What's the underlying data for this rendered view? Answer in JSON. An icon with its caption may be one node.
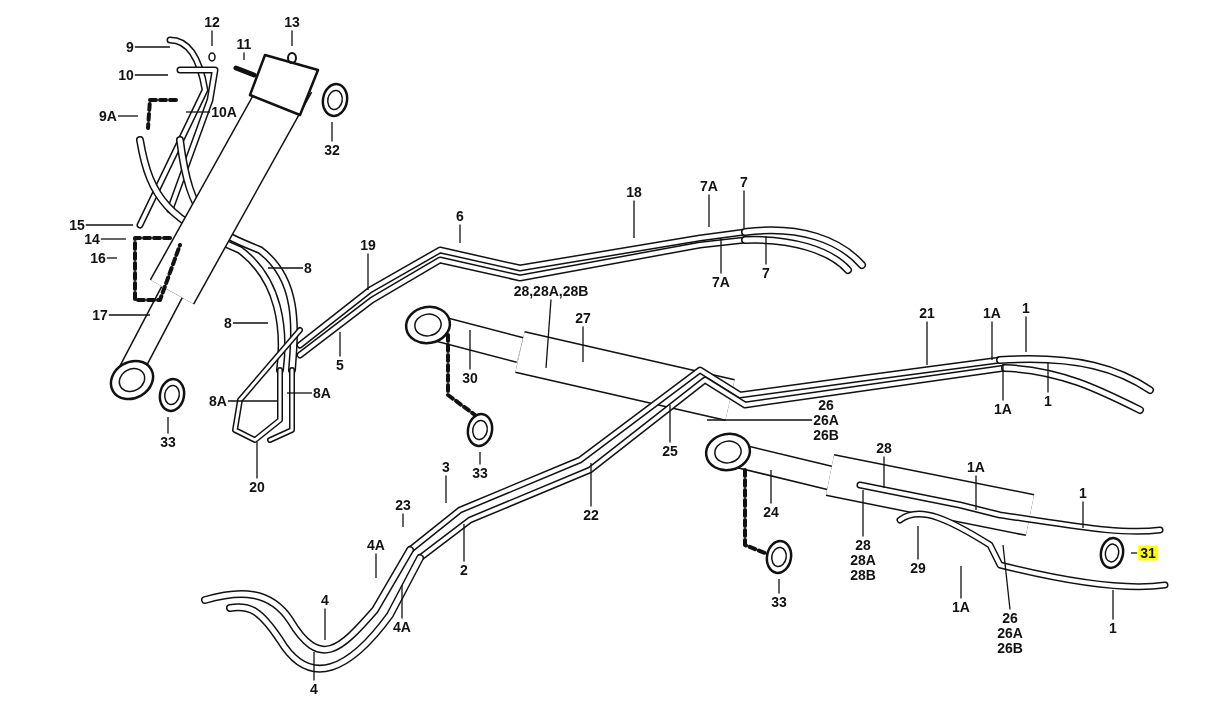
{
  "diagram": {
    "nodes": [
      {
        "text": [
          "12"
        ]
      },
      {
        "text": [
          "11"
        ]
      },
      {
        "text": [
          "13"
        ]
      },
      {
        "text": [
          "9"
        ]
      },
      {
        "text": [
          "10"
        ]
      },
      {
        "text": [
          "9A"
        ]
      },
      {
        "text": [
          "10A"
        ]
      },
      {
        "text": [
          "32"
        ]
      },
      {
        "text": [
          "15"
        ]
      },
      {
        "text": [
          "14"
        ]
      },
      {
        "text": [
          "16"
        ]
      },
      {
        "text": [
          "8"
        ]
      },
      {
        "text": [
          "17"
        ]
      },
      {
        "text": [
          "8"
        ]
      },
      {
        "text": [
          "5"
        ]
      },
      {
        "text": [
          "6"
        ]
      },
      {
        "text": [
          "19"
        ]
      },
      {
        "text": [
          "8A"
        ]
      },
      {
        "text": [
          "8A"
        ]
      },
      {
        "text": [
          "20"
        ]
      },
      {
        "text": [
          "33"
        ]
      },
      {
        "text": [
          "30"
        ]
      },
      {
        "text": [
          "33"
        ]
      },
      {
        "text": [
          "18"
        ]
      },
      {
        "text": [
          "7A"
        ]
      },
      {
        "text": [
          "7"
        ]
      },
      {
        "text": [
          "7A"
        ]
      },
      {
        "text": [
          "7"
        ]
      },
      {
        "text": [
          "28,28A,28B"
        ]
      },
      {
        "text": [
          "27"
        ]
      },
      {
        "text": [
          "21"
        ]
      },
      {
        "text": [
          "1A"
        ]
      },
      {
        "text": [
          "1"
        ]
      },
      {
        "text": [
          "1A"
        ]
      },
      {
        "text": [
          "1"
        ]
      },
      {
        "text": [
          "26",
          "26A",
          "26B"
        ]
      },
      {
        "text": [
          "25"
        ]
      },
      {
        "text": [
          "3"
        ]
      },
      {
        "text": [
          "23"
        ]
      },
      {
        "text": [
          "22"
        ]
      },
      {
        "text": [
          "28"
        ]
      },
      {
        "text": [
          "24"
        ]
      },
      {
        "text": [
          "1A"
        ]
      },
      {
        "text": [
          "1"
        ]
      },
      {
        "text": [
          "4A"
        ]
      },
      {
        "text": [
          "2"
        ]
      },
      {
        "text": [
          "4A"
        ]
      },
      {
        "text": [
          "4"
        ]
      },
      {
        "text": [
          "4"
        ]
      },
      {
        "text": [
          "33"
        ]
      },
      {
        "text": [
          "28",
          "28A",
          "28B"
        ]
      },
      {
        "text": [
          "29"
        ]
      },
      {
        "text": [
          "31"
        ]
      },
      {
        "text": [
          "26",
          "26A",
          "26B"
        ]
      },
      {
        "text": [
          "1A"
        ]
      },
      {
        "text": [
          "1"
        ]
      }
    ],
    "edges": [
      {
        "from": 0,
        "to": null,
        "arrow": "none"
      },
      {
        "from": 1,
        "to": null,
        "arrow": "none"
      },
      {
        "from": 2,
        "to": null,
        "arrow": "none"
      },
      {
        "from": 3,
        "to": null,
        "arrow": "none"
      },
      {
        "from": 4,
        "to": null,
        "arrow": "none"
      },
      {
        "from": 5,
        "to": null,
        "arrow": "none"
      },
      {
        "from": 6,
        "to": null,
        "arrow": "none"
      },
      {
        "from": 7,
        "to": null,
        "arrow": "none"
      },
      {
        "from": 8,
        "to": null,
        "arrow": "none"
      },
      {
        "from": 9,
        "to": null,
        "arrow": "none"
      },
      {
        "from": 10,
        "to": null,
        "arrow": "none"
      },
      {
        "from": 11,
        "to": null,
        "arrow": "none"
      },
      {
        "from": 12,
        "to": null,
        "arrow": "none"
      },
      {
        "from": 13,
        "to": null,
        "arrow": "none"
      },
      {
        "from": 14,
        "to": null,
        "arrow": "none"
      },
      {
        "from": 15,
        "to": null,
        "arrow": "none"
      },
      {
        "from": 16,
        "to": null,
        "arrow": "none"
      },
      {
        "from": 17,
        "to": null,
        "arrow": "none"
      },
      {
        "from": 18,
        "to": null,
        "arrow": "none"
      },
      {
        "from": 19,
        "to": null,
        "arrow": "none"
      },
      {
        "from": 20,
        "to": null,
        "arrow": "none"
      },
      {
        "from": 21,
        "to": null,
        "arrow": "none"
      },
      {
        "from": 22,
        "to": null,
        "arrow": "none"
      },
      {
        "from": 23,
        "to": null,
        "arrow": "none"
      },
      {
        "from": 24,
        "to": null,
        "arrow": "none"
      },
      {
        "from": 25,
        "to": null,
        "arrow": "none"
      },
      {
        "from": 26,
        "to": null,
        "arrow": "none"
      },
      {
        "from": 27,
        "to": null,
        "arrow": "none"
      },
      {
        "from": 28,
        "to": null,
        "arrow": "none"
      },
      {
        "from": 29,
        "to": null,
        "arrow": "none"
      },
      {
        "from": 30,
        "to": null,
        "arrow": "none"
      },
      {
        "from": 31,
        "to": null,
        "arrow": "none"
      },
      {
        "from": 32,
        "to": null,
        "arrow": "none"
      },
      {
        "from": 33,
        "to": null,
        "arrow": "none"
      },
      {
        "from": 34,
        "to": null,
        "arrow": "none"
      },
      {
        "from": 35,
        "to": null,
        "arrow": "none"
      },
      {
        "from": 36,
        "to": null,
        "arrow": "none"
      },
      {
        "from": 37,
        "to": null,
        "arrow": "none"
      },
      {
        "from": 38,
        "to": null,
        "arrow": "none"
      },
      {
        "from": 39,
        "to": null,
        "arrow": "none"
      },
      {
        "from": 40,
        "to": null,
        "arrow": "none"
      },
      {
        "from": 41,
        "to": null,
        "arrow": "none"
      },
      {
        "from": 42,
        "to": null,
        "arrow": "none"
      },
      {
        "from": 43,
        "to": null,
        "arrow": "none"
      },
      {
        "from": 44,
        "to": null,
        "arrow": "none"
      },
      {
        "from": 45,
        "to": null,
        "arrow": "none"
      },
      {
        "from": 46,
        "to": null,
        "arrow": "none"
      },
      {
        "from": 47,
        "to": null,
        "arrow": "none"
      },
      {
        "from": 48,
        "to": null,
        "arrow": "none"
      },
      {
        "from": 49,
        "to": null,
        "arrow": "none"
      },
      {
        "from": 50,
        "to": null,
        "arrow": "none"
      },
      {
        "from": 51,
        "to": null,
        "arrow": "none"
      },
      {
        "from": 52,
        "to": null,
        "arrow": "none"
      },
      {
        "from": 53,
        "to": null,
        "arrow": "none"
      },
      {
        "from": 54,
        "to": null,
        "arrow": "none"
      },
      {
        "from": 55,
        "to": null,
        "arrow": "none"
      }
    ]
  }
}
